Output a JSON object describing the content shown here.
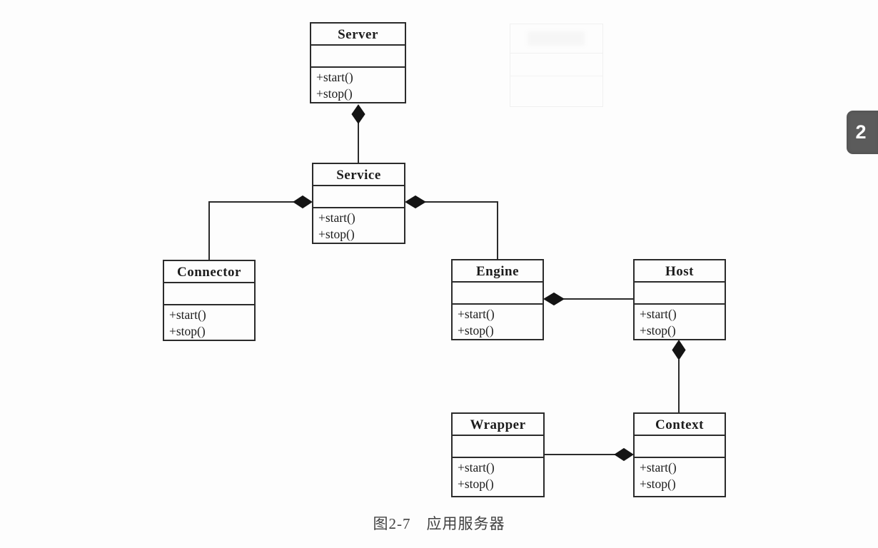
{
  "figure": {
    "caption": "图2-7　应用服务器",
    "chapter_tab": "2"
  },
  "colors": {
    "background": "#fdfdfd",
    "box_border": "#2b2b2b",
    "line": "#2b2b2b",
    "diamond_fill": "#141414",
    "text": "#1c1c1c",
    "caption_text": "#414141",
    "tab_background": "#5b5b5b",
    "tab_text": "#ffffff"
  },
  "diagram_type": "uml-class-diagram",
  "classes": [
    {
      "name": "Server",
      "attributes": [],
      "methods": [
        "+start()",
        "+stop()"
      ]
    },
    {
      "name": "Service",
      "attributes": [],
      "methods": [
        "+start()",
        "+stop()"
      ]
    },
    {
      "name": "Connector",
      "attributes": [],
      "methods": [
        "+start()",
        "+stop()"
      ]
    },
    {
      "name": "Engine",
      "attributes": [],
      "methods": [
        "+start()",
        "+stop()"
      ]
    },
    {
      "name": "Host",
      "attributes": [],
      "methods": [
        "+start()",
        "+stop()"
      ]
    },
    {
      "name": "Wrapper",
      "attributes": [],
      "methods": [
        "+start()",
        "+stop()"
      ]
    },
    {
      "name": "Context",
      "attributes": [],
      "methods": [
        "+start()",
        "+stop()"
      ]
    }
  ],
  "relationships": [
    {
      "type": "composition",
      "whole": "Server",
      "part": "Service"
    },
    {
      "type": "composition",
      "whole": "Service",
      "part": "Connector"
    },
    {
      "type": "composition",
      "whole": "Service",
      "part": "Engine"
    },
    {
      "type": "composition",
      "whole": "Engine",
      "part": "Host"
    },
    {
      "type": "composition",
      "whole": "Host",
      "part": "Context"
    },
    {
      "type": "composition",
      "whole": "Context",
      "part": "Wrapper"
    }
  ]
}
